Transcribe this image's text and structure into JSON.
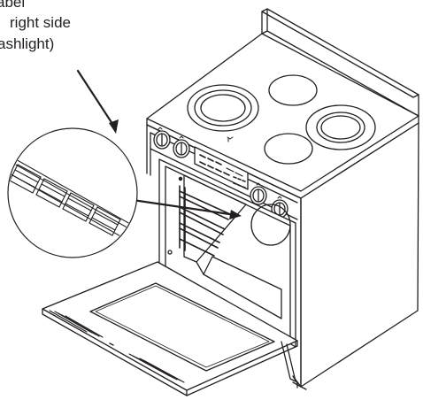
{
  "callout": {
    "lines": [
      "abel",
      "right side",
      "ashlight)"
    ]
  },
  "colors": {
    "ink": "#231f20",
    "paper": "#ffffff"
  }
}
